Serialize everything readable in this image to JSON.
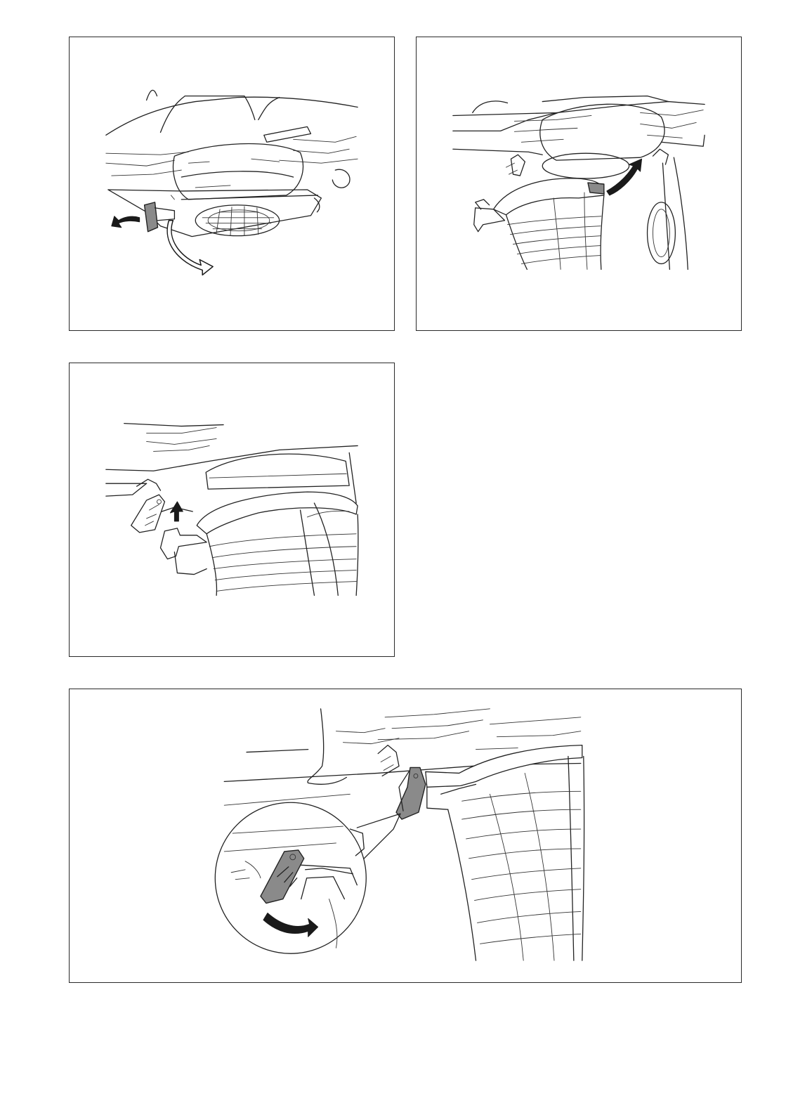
{
  "document": {
    "figures": [
      {
        "id": "fig-1",
        "icons": [
          "lever-release-arrow-icon",
          "rotate-cover-arrow-icon"
        ]
      },
      {
        "id": "fig-2",
        "icons": [
          "detach-arrow-icon"
        ]
      },
      {
        "id": "fig-3",
        "icons": [
          "push-up-arrow-icon"
        ]
      },
      {
        "id": "fig-4",
        "icons": [
          "lock-lever-arrow-icon",
          "magnified-detail-icon"
        ]
      }
    ]
  }
}
